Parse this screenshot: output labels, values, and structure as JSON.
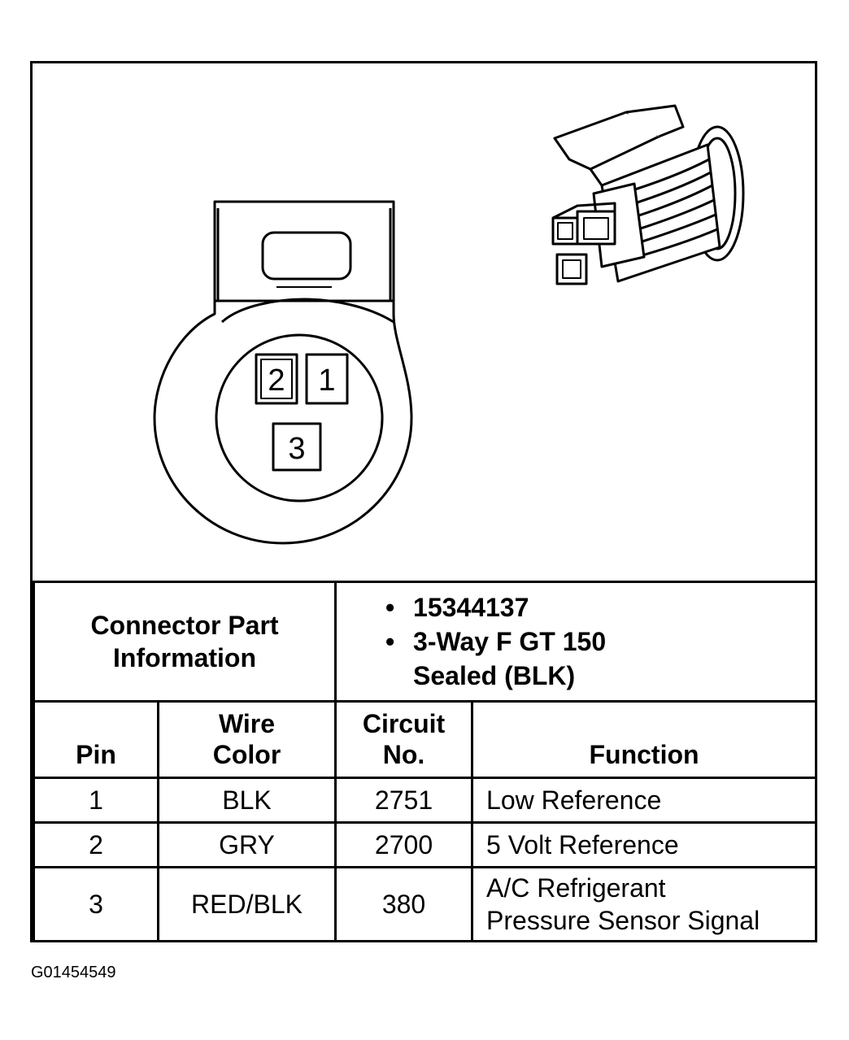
{
  "connector_face": {
    "pins": [
      "2",
      "1",
      "3"
    ]
  },
  "connector_part_info": {
    "label_line1": "Connector Part",
    "label_line2": "Information",
    "values": [
      "15344137",
      "3-Way F GT 150",
      "Sealed (BLK)"
    ]
  },
  "table": {
    "headers": {
      "pin": "Pin",
      "wire_color_line1": "Wire",
      "wire_color_line2": "Color",
      "circuit_line1": "Circuit",
      "circuit_line2": "No.",
      "function": "Function"
    },
    "rows": [
      {
        "pin": "1",
        "wire_color": "BLK",
        "circuit": "2751",
        "function": "Low Reference"
      },
      {
        "pin": "2",
        "wire_color": "GRY",
        "circuit": "2700",
        "function": "5 Volt Reference"
      },
      {
        "pin": "3",
        "wire_color": "RED/BLK",
        "circuit": "380",
        "function_line1": "A/C Refrigerant",
        "function_line2": "Pressure Sensor Signal"
      }
    ]
  },
  "figure_id": "G01454549"
}
